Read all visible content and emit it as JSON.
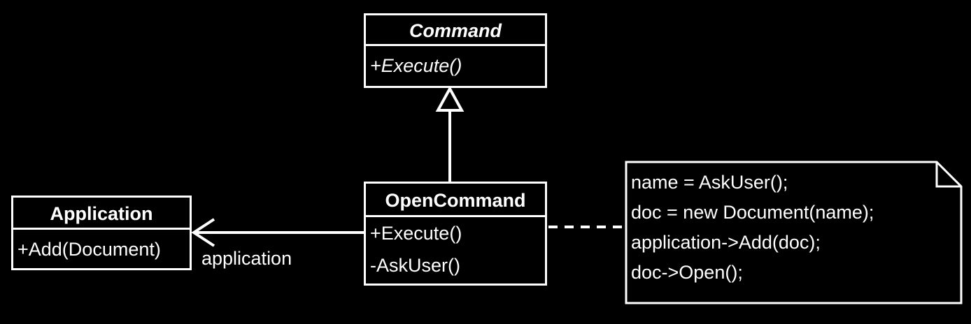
{
  "diagram": {
    "classes": {
      "command": {
        "name": "Command",
        "operations": [
          "+Execute()"
        ]
      },
      "open_command": {
        "name": "OpenCommand",
        "operations": [
          "+Execute()",
          "-AskUser()"
        ]
      },
      "application": {
        "name": "Application",
        "operations": [
          "+Add(Document)"
        ]
      }
    },
    "association_label": "application",
    "note_lines": [
      "name = AskUser();",
      "doc = new Document(name);",
      "application->Add(doc);",
      "doc->Open();"
    ],
    "colors": {
      "background": "#000000",
      "foreground": "#ffffff"
    }
  }
}
